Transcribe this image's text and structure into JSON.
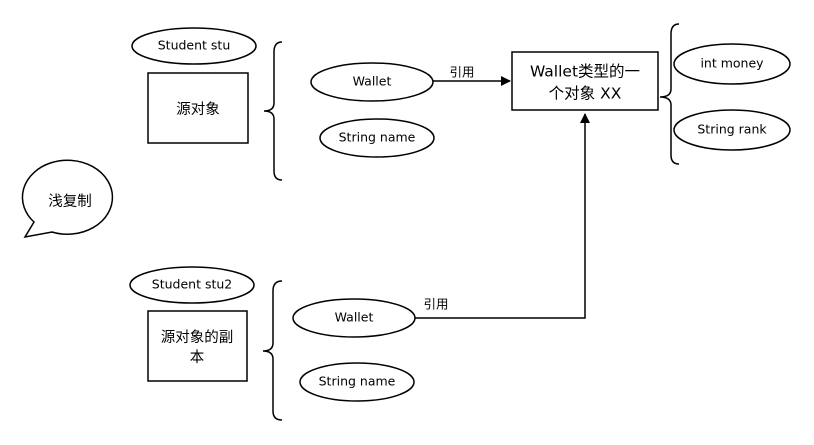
{
  "diagram": {
    "title": "浅复制",
    "source": {
      "variable": "Student stu",
      "box_label": "源对象",
      "fields": {
        "wallet": "Wallet",
        "name": "String name"
      }
    },
    "copy": {
      "variable": "Student stu2",
      "box_label_line1": "源对象的副",
      "box_label_line2": "本",
      "fields": {
        "wallet": "Wallet",
        "name": "String name"
      }
    },
    "target": {
      "label_line1": "Wallet类型的一",
      "label_line2": "个对象 XX",
      "fields": {
        "money": "int money",
        "rank": "String rank"
      }
    },
    "edges": {
      "ref_top": "引用",
      "ref_bottom": "引用"
    }
  }
}
